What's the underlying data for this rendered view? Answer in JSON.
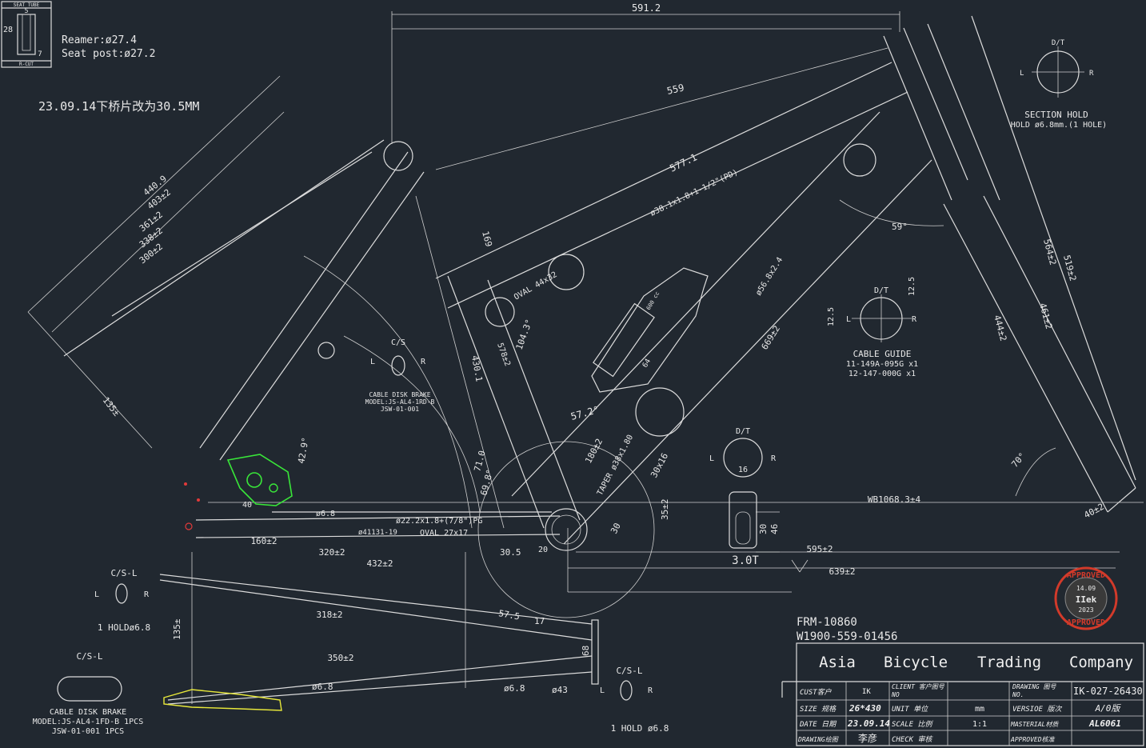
{
  "seat_tube_box": {
    "title": "SEAT TUBE",
    "dim_a": "28",
    "dim_b": "5",
    "dim_c": "7",
    "bottom": "R-CUT"
  },
  "notes": {
    "reamer": "Reamer:ø27.4",
    "seat_post": "Seat post:ø27.2",
    "change_note": "23.09.14下桥片改为30.5MM"
  },
  "dimensions": {
    "d591": "591.2",
    "d559": "559",
    "d577": "577.1",
    "tube_top": "ø38.1x1.8+1-1/2\"(PD)",
    "d4409": "440.9",
    "d403": "403±2",
    "d361": "361±2",
    "d338": "338±2",
    "d300": "300±2",
    "d135a": "135±",
    "d169": "169",
    "oval": "OVAL 44x32",
    "d1043": "104.3°",
    "d578": "578±2",
    "d4301": "430.1",
    "d429": "42.9°",
    "d710": "71.0",
    "d698": "69.8°",
    "d572": "57.2°",
    "d180": "180±2",
    "taper": "TAPER ø38x1.80",
    "d30x16": "30x16",
    "d669": "669±2",
    "d568": "ø56.8x2.4",
    "d59": "59°",
    "d5645": "564±2",
    "d519": "519±2",
    "d461": "461±2",
    "d444": "444±2",
    "d70": "70°",
    "d40": "40±2",
    "wb": "WB1068.3±4",
    "d3525": "35±2",
    "d30": "30",
    "d46": "46",
    "d30t": "3.0T",
    "d595": "595±2",
    "d639": "639±2",
    "d160": "160±2",
    "d320": "320±2",
    "d432": "432±2",
    "d318": "318±2",
    "d350": "350±2",
    "d135b": "135±",
    "d575": "57.5",
    "d17": "17",
    "d68": "68",
    "d43": "ø43",
    "d68b": "ø6.8",
    "chain": "ø22.2x1.8+(7/8\")PG",
    "oval2": "OVAL 27x17",
    "d305": "30.5",
    "d20": "20",
    "part": "ø41131-19",
    "d40b": "40",
    "d68c": "ø6.8",
    "d68d": "ø6.8"
  },
  "labels": {
    "section_hold_top": "D/T",
    "section_hold": "SECTION HOLD",
    "section_hold_note": "HOLD ø6.8mm.(1 HOLE)",
    "cable_guide_top": "D/T",
    "cable_guide_dim_a": "12.5",
    "cable_guide_dim_b": "12.5",
    "cable_guide": "CABLE GUIDE",
    "cable_guide_p1": "11-149A-095G x1",
    "cable_guide_p2": "12-147-000G x1",
    "cs_mid": "C/S",
    "brake_mid_1": "CABLE DISK BRAKE",
    "brake_mid_2": "MODEL:JS-AL4-1RD-B",
    "brake_mid_3": "JSW-01-001",
    "dt_mid": "D/T",
    "dt_mid_dim": "16",
    "csl_left": "C/S-L",
    "hold_left": "1 HOLDø6.8",
    "csl_bottom": "C/S-L",
    "brake_b_1": "CABLE DISK BRAKE",
    "brake_b_2": "MODEL:JS-AL4-1FD-B 1PCS",
    "brake_b_3": "JSW-01-001 1PCS",
    "csl_right": "C/S-L",
    "hold_right": "1 HOLD ø6.8",
    "L": "L",
    "R": "R",
    "dim_bottle": "600 cc",
    "dim_bottle2": "64"
  },
  "stamp": {
    "top": "APPROVED",
    "date1": "14.09",
    "brand": "IIek",
    "date2": "2023",
    "bottom": "APPROVED"
  },
  "model": {
    "frm": "FRM-10860",
    "w": "W1900-559-01456"
  },
  "title_block": {
    "company": [
      "Asia",
      "Bicycle",
      "Trading",
      "Company"
    ],
    "cust_label": "CUST客户",
    "cust_value": "IK",
    "client_label": "CLIENT 客户图号",
    "client_label2": "NO",
    "drawing_label": "DRAWING 图号",
    "drawing_label2": "NO.",
    "drawing_value": "IK-027-26430",
    "size_label": "SIZE 规格",
    "size_value": "26*430",
    "unit_label": "UNIT 单位",
    "unit_value": "mm",
    "version_label": "VERSIOE 版次",
    "version_value": "A/0版",
    "date_label": "DATE 日期",
    "date_value": "23.09.14",
    "scale_label": "SCALE 比例",
    "scale_value": "1:1",
    "material_label": "MASTERIAL材质",
    "material_value": "AL6061",
    "drawing_by_label": "DRAWING绘图",
    "drawing_by_value": "李彦",
    "check_label": "CHECK 审核",
    "check_value": "",
    "approved_label": "APPROVED核准",
    "approved_value": ""
  }
}
